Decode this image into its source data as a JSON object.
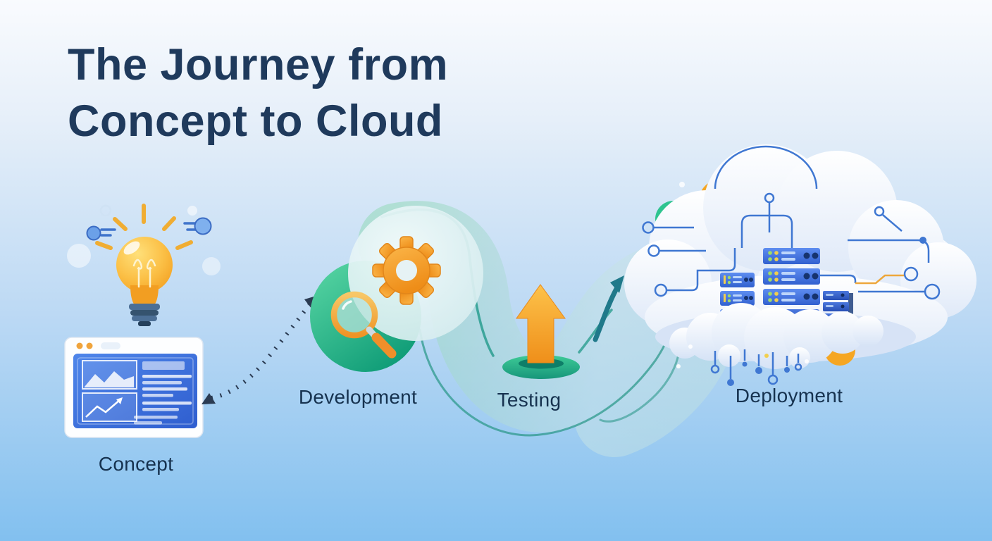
{
  "title": {
    "text": "The Journey from Concept to Cloud",
    "lines": [
      "The Journey from",
      "Concept to Cloud"
    ]
  },
  "stages": [
    {
      "id": "concept",
      "label": "Concept"
    },
    {
      "id": "development",
      "label": "Development"
    },
    {
      "id": "testing",
      "label": "Testing"
    },
    {
      "id": "deployment",
      "label": "Deployment"
    }
  ],
  "icons": {
    "concept": [
      "lightbulb-icon",
      "browser-wireframe-icon",
      "molecule-icon"
    ],
    "development": [
      "gear-icon",
      "magnifier-icon"
    ],
    "testing": [
      "launch-arrow-icon",
      "launchpad-icon"
    ],
    "deployment": [
      "cloud-icon",
      "server-rack-icon",
      "circuit-lines-icon"
    ]
  },
  "connectors": {
    "dotted_arrow": "double-headed-dotted-arrow",
    "flow_band": "s-curve-band",
    "flow_arrow": "curved-arrow-into-cloud"
  },
  "colors": {
    "background_top": "#f9fbfe",
    "background_bottom": "#7fbeee",
    "title_text": "#1f3a5c",
    "label_text": "#16324f",
    "accent_orange": "#f5a427",
    "accent_green": "#2fbd8d",
    "band_teal": "#9fd6d0",
    "band_edge": "#2a9d8f",
    "server_blue": "#3b6bd6",
    "circuit_blue": "#4a86d8",
    "dotted_arrow": "#2b3b52"
  }
}
